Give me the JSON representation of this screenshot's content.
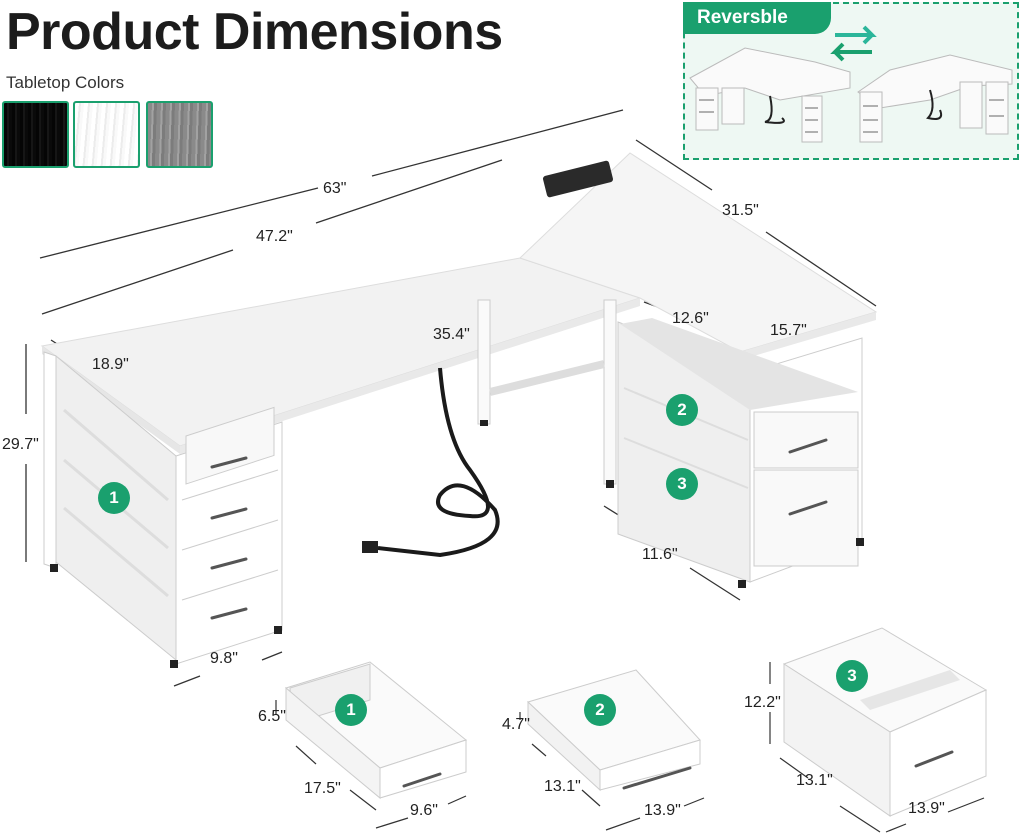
{
  "title": "Product Dimensions",
  "tabletop_colors": {
    "label": "Tabletop Colors",
    "swatches": [
      {
        "name": "black",
        "color": "#0a0a0a"
      },
      {
        "name": "white",
        "color": "#f4f4f4"
      },
      {
        "name": "grey",
        "color": "#8c8c8c"
      }
    ]
  },
  "reversible": {
    "label": "Reversble",
    "accent": "#1aa06e"
  },
  "dimensions": {
    "overall_length": "63\"",
    "main_top_length": "47.2\"",
    "side_length": "31.5\"",
    "main_depth": "18.9\"",
    "height": "29.7\"",
    "inner_length": "35.4\"",
    "side_return": "12.6\"",
    "side_depth": "15.7\"",
    "cabinet_depth": "11.6\"",
    "drawer_unit_width": "9.8\""
  },
  "drawers": [
    {
      "number": "1",
      "height": "6.5\"",
      "depth": "17.5\"",
      "width": "9.6\""
    },
    {
      "number": "2",
      "height": "4.7\"",
      "depth": "13.1\"",
      "width": "13.9\""
    },
    {
      "number": "3",
      "height": "12.2\"",
      "depth": "13.1\"",
      "width": "13.9\""
    }
  ],
  "colors": {
    "accent": "#1aa06e",
    "desk": "#f3f3f3",
    "frame": "#ffffff",
    "line": "#333333"
  }
}
